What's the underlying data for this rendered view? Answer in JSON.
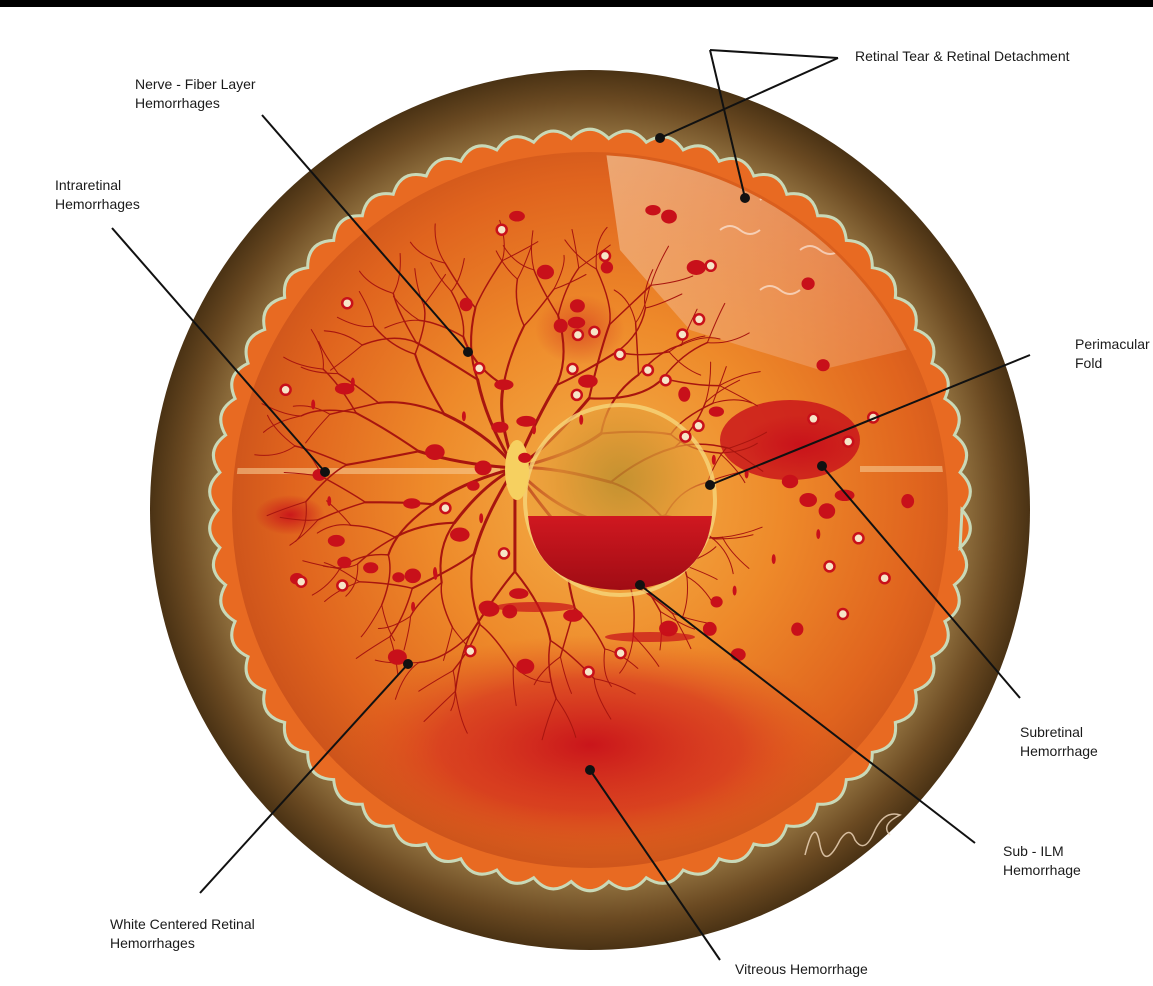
{
  "labels": {
    "retinal_tear": "Retinal Tear & Retinal Detachment",
    "nerve_fiber": "Nerve - Fiber Layer\nHemorrhages",
    "intraretinal": "Intraretinal\nHemorrhages",
    "perimacular": "Perimacular\nFold",
    "subretinal": "Subretinal\nHemorrhage",
    "sub_ilm": "Sub - ILM\nHemorrhage",
    "white_centered": "White Centered Retinal\nHemorrhages",
    "vitreous": "Vitreous Hemorrhage"
  },
  "colors": {
    "fundus_center": "#f2a53a",
    "fundus_mid": "#e8741f",
    "fundus_edge": "#c8521a",
    "rim": "#6b4a22",
    "rim_highlight": "#c9d9b8",
    "vessel": "#a8150f",
    "hemorrhage": "#c8101a",
    "leader_line": "#111111"
  }
}
